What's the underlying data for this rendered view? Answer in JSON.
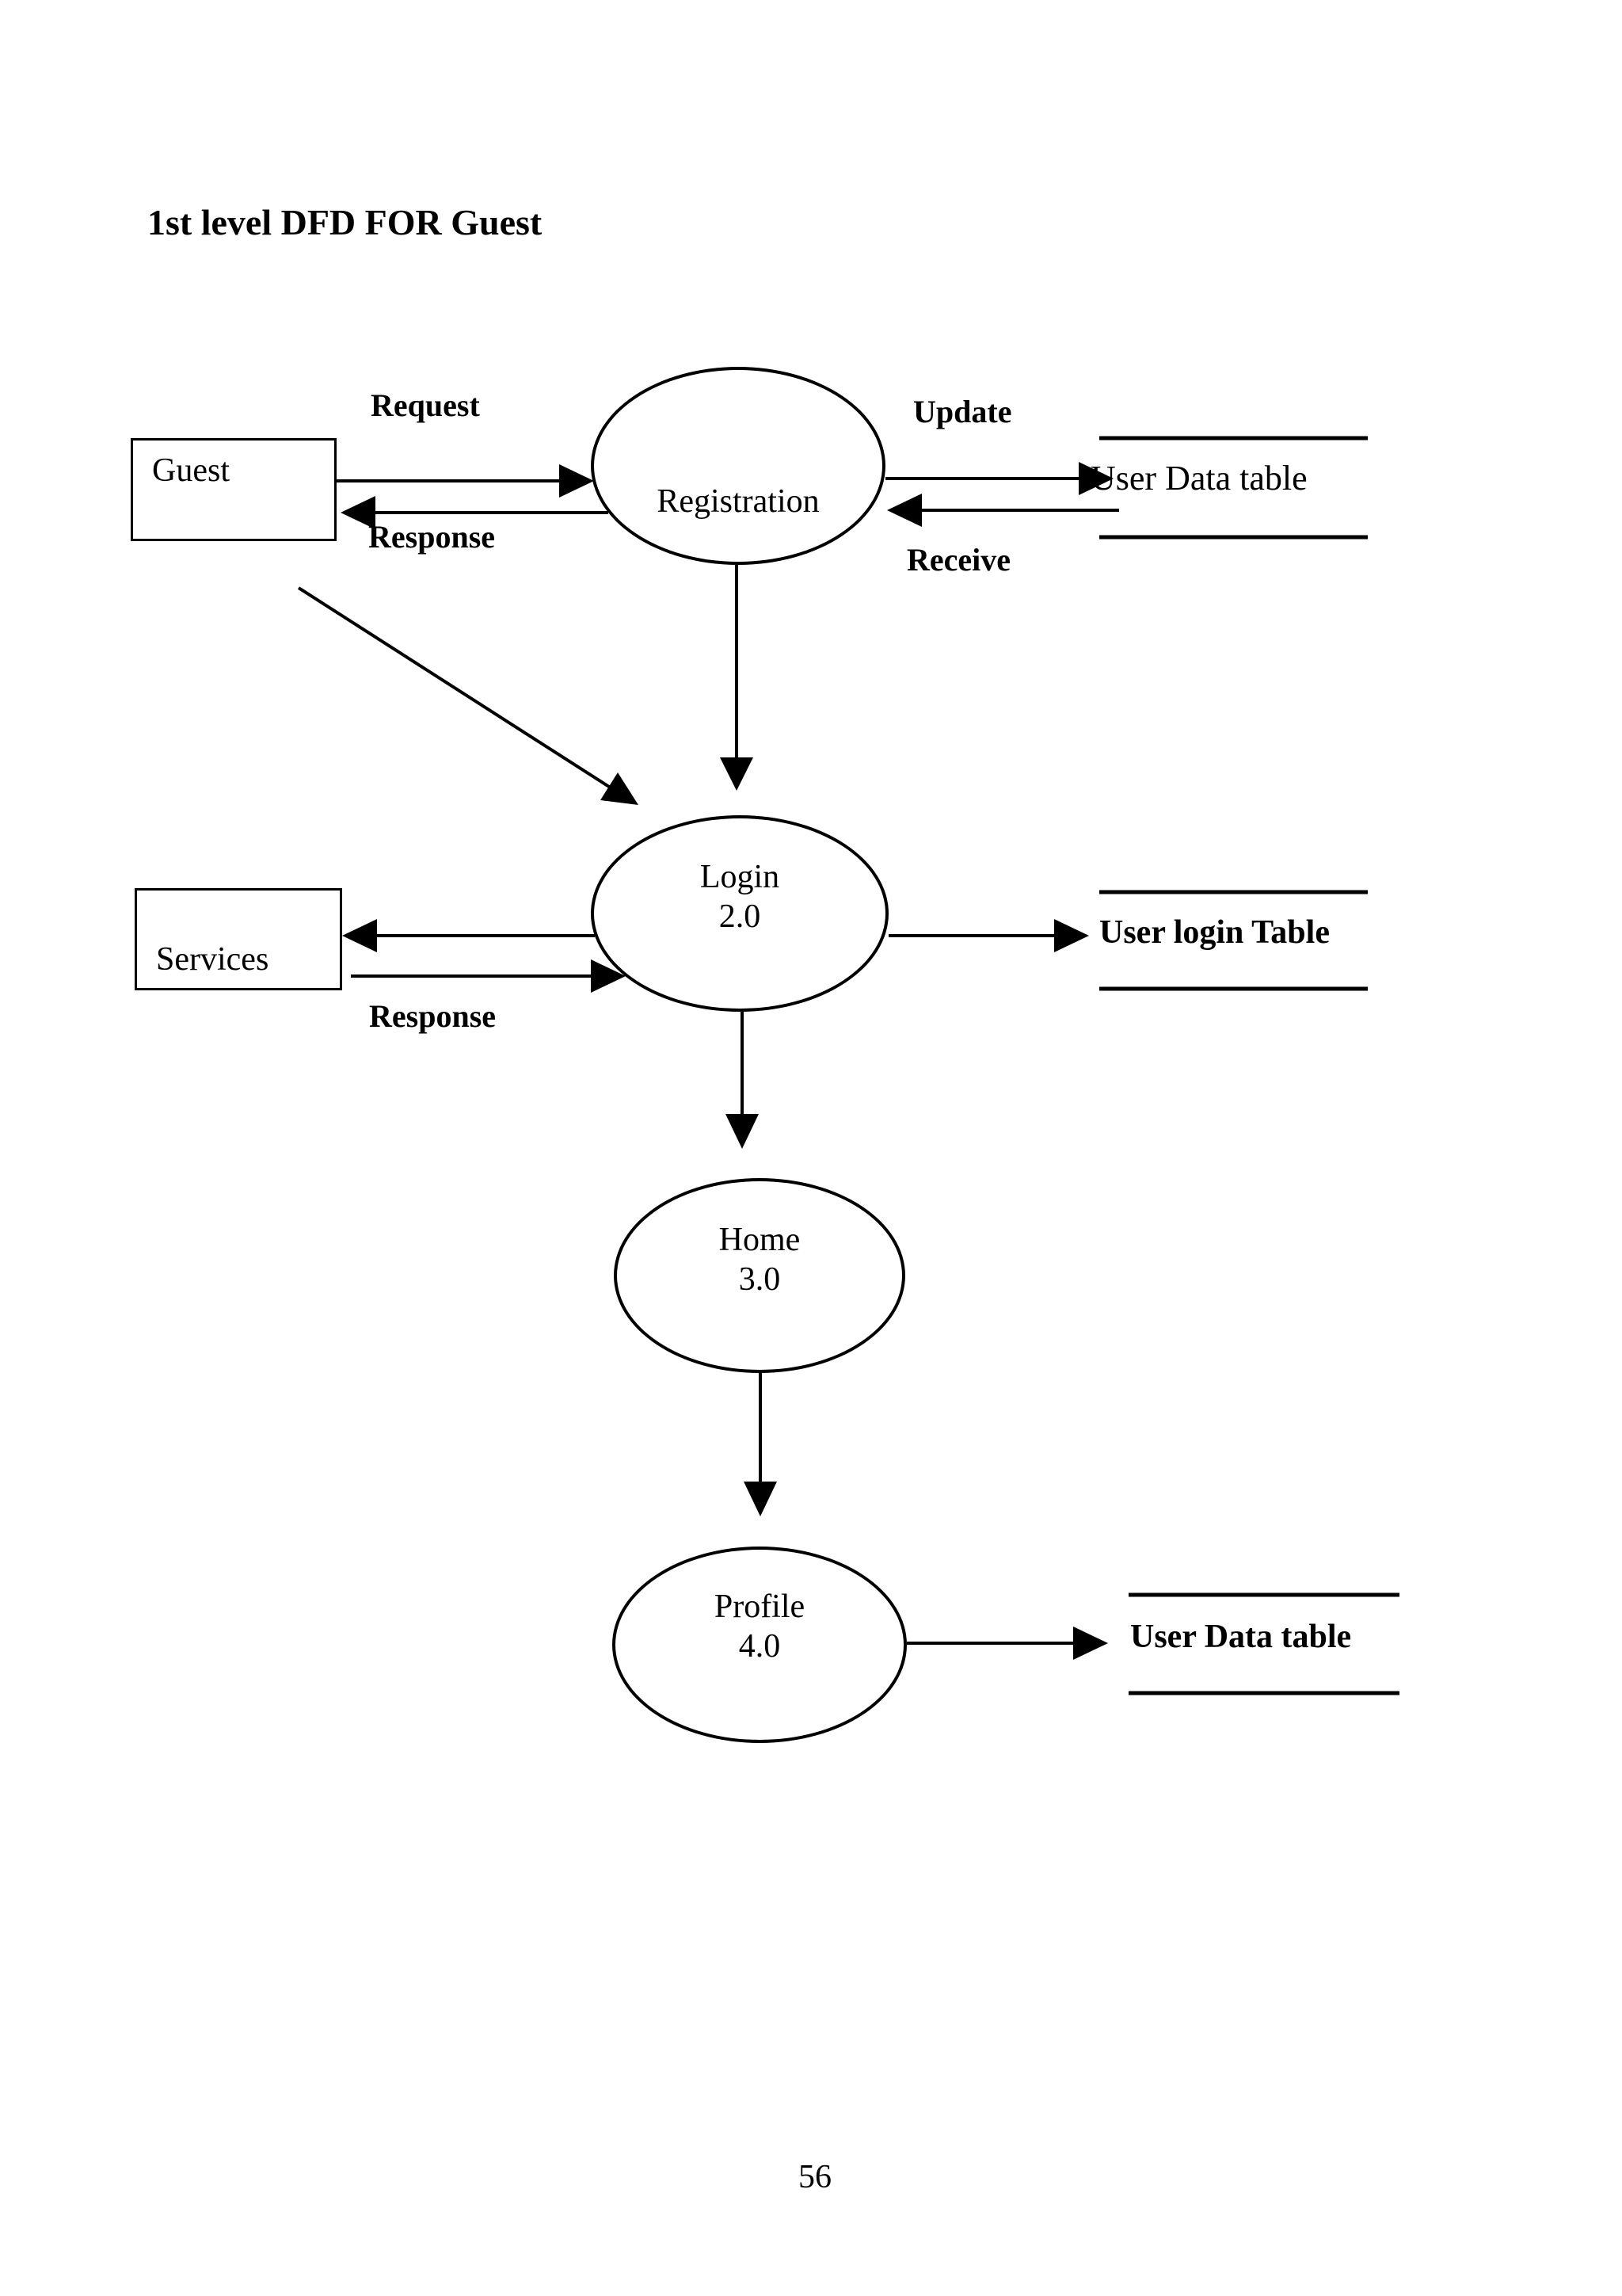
{
  "title": "1st level DFD FOR Guest",
  "page_number": "56",
  "entities": {
    "guest": "Guest",
    "services": "Services"
  },
  "processes": {
    "registration": {
      "label": "Registration"
    },
    "login": {
      "label": "Login",
      "number": "2.0"
    },
    "home": {
      "label": "Home",
      "number": "3.0"
    },
    "profile": {
      "label": "Profile",
      "number": "4.0"
    }
  },
  "data_stores": {
    "user_data_top": "User Data table",
    "user_login": "User login Table",
    "user_data_bottom": "User Data table"
  },
  "flow_labels": {
    "request": "Request",
    "response_guest": "Response",
    "update": "Update",
    "receive": "Receive",
    "response_services": "Response"
  },
  "colors": {
    "ink": "#000000",
    "background": "#ffffff"
  }
}
